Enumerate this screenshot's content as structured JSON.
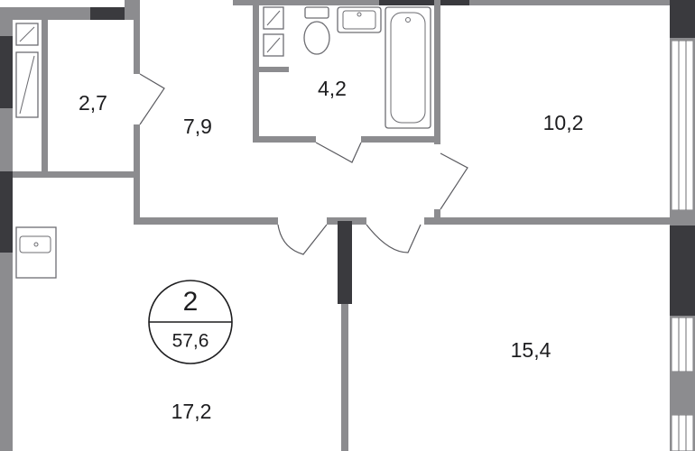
{
  "apartment": {
    "rooms_count": "2",
    "total_area": "57,6"
  },
  "rooms": {
    "storage": "2,7",
    "hall": "7,9",
    "bathroom": "4,2",
    "bedroom_small": "10,2",
    "bedroom_large": "15,4",
    "living_kitchen": "17,2"
  },
  "colors": {
    "wall": "#8c8c8f",
    "wall_dark": "#3a3a3e",
    "text": "#1d1d1f"
  }
}
